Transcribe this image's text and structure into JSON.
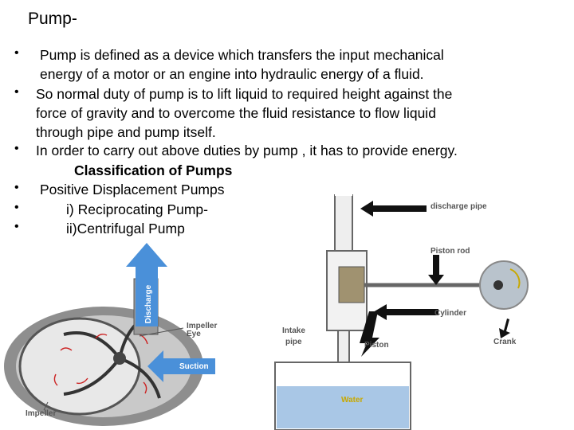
{
  "title": "Pump-",
  "bullets": [
    {
      "lines": [
        "Pump is defined as a device which transfers the input mechanical",
        "energy of a motor or an engine into hydraulic energy of a fluid."
      ]
    },
    {
      "lines": [
        "So normal duty of pump is  to lift liquid to required height against the",
        "force of gravity and  to overcome the fluid resistance to flow liquid",
        "through pipe and pump itself."
      ]
    },
    {
      "lines": [
        "In order to carry out above duties by pump , it has to provide energy."
      ]
    }
  ],
  "classification_heading": "Classification of Pumps",
  "classification": [
    "Positive Displacement Pumps",
    "i) Reciprocating Pump-",
    "ii)Centrifugal Pump"
  ],
  "centrifugal_labels": {
    "discharge": "Discharge",
    "impeller_eye": "Impeller\nEye",
    "suction": "Suction",
    "impeller": "Impeller"
  },
  "reciprocating_labels": {
    "discharge_pipe": "discharge pipe",
    "piston_rod": "Piston rod",
    "cylinder": "Cylinder",
    "intake_pipe_1": "Intake",
    "intake_pipe_2": "pipe",
    "piston": "Piston",
    "crank": "Crank",
    "water": "Water"
  },
  "colors": {
    "arrow_blue": "#4a90d9",
    "water_blue": "#a9c7e6",
    "label_gray": "#555555",
    "crank_gray": "#b9c3cc"
  }
}
